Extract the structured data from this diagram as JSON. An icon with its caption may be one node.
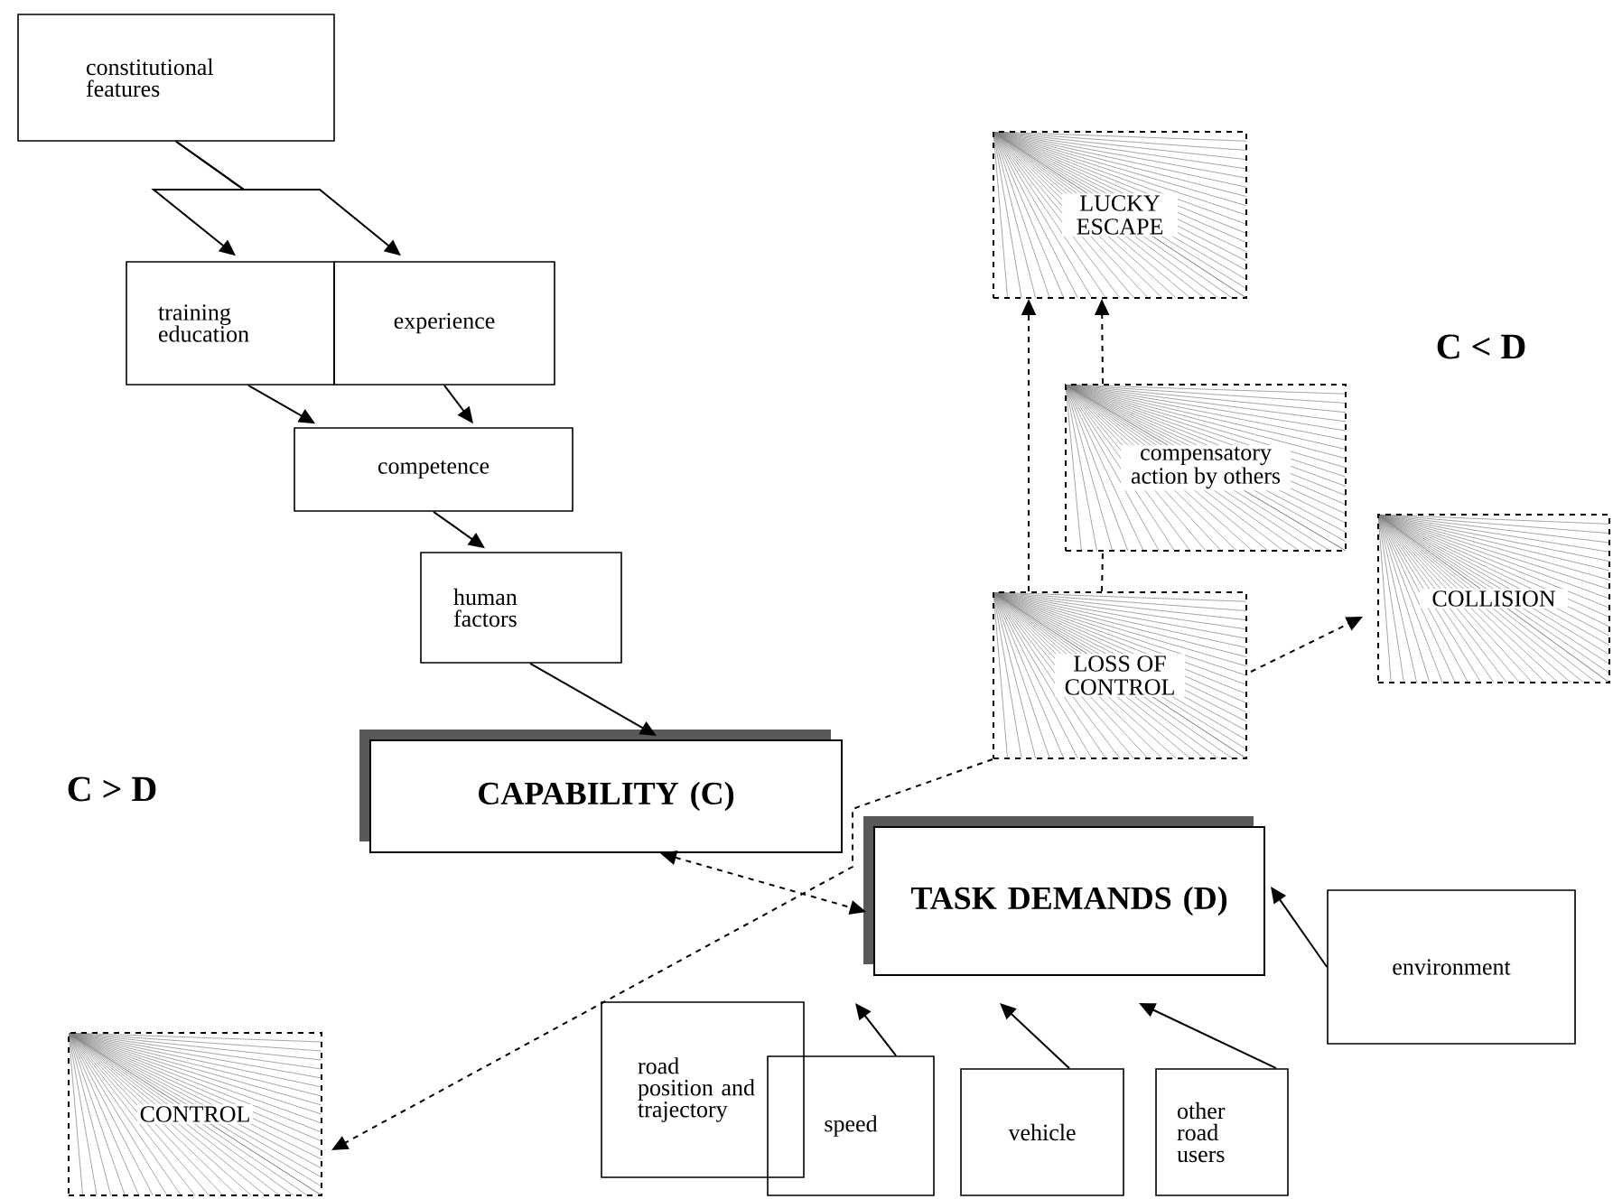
{
  "diagram": {
    "nodes": [
      {
        "text": [
          "constitutional features"
        ]
      },
      {
        "text": [
          "training education"
        ]
      },
      {
        "text": [
          "experience"
        ]
      },
      {
        "text": [
          "competence"
        ]
      },
      {
        "text": [
          "human factors"
        ]
      },
      {
        "text": [
          "CAPABILITY (C)"
        ]
      },
      {
        "text": [
          "TASK DEMANDS (D)"
        ]
      },
      {
        "text": [
          "environment"
        ]
      },
      {
        "text": [
          "road position and trajectory"
        ]
      },
      {
        "text": [
          "speed"
        ]
      },
      {
        "text": [
          "vehicle"
        ]
      },
      {
        "text": [
          "other road users"
        ]
      },
      {
        "text": [
          "LUCKY ESCAPE"
        ]
      },
      {
        "text": [
          "compensatory action by others"
        ]
      },
      {
        "text": [
          "COLLISION"
        ]
      },
      {
        "text": [
          "LOSS OF CONTROL"
        ]
      },
      {
        "text": [
          "CONTROL"
        ]
      }
    ],
    "edges": [
      {
        "from": 0,
        "to": 1,
        "arrow": "to"
      },
      {
        "from": 0,
        "to": 2,
        "arrow": "to"
      },
      {
        "from": 1,
        "to": 3,
        "arrow": "to"
      },
      {
        "from": 2,
        "to": 3,
        "arrow": "to"
      },
      {
        "from": 3,
        "to": 4,
        "arrow": "to"
      },
      {
        "from": 4,
        "to": 5,
        "arrow": "to"
      },
      {
        "from": 5,
        "to": 6,
        "arrow": "both",
        "style": "dashed"
      },
      {
        "from": 7,
        "to": 6,
        "arrow": "to"
      },
      {
        "from": 9,
        "to": 6,
        "arrow": "to"
      },
      {
        "from": 10,
        "to": 6,
        "arrow": "to"
      },
      {
        "from": 11,
        "to": 6,
        "arrow": "to"
      },
      {
        "from": 15,
        "to": 12,
        "arrow": "to",
        "style": "dashed"
      },
      {
        "from": 15,
        "to": 13,
        "arrow": "none",
        "style": "dashed"
      },
      {
        "from": 13,
        "to": 12,
        "arrow": "to",
        "style": "dashed"
      },
      {
        "from": 15,
        "to": 14,
        "arrow": "to",
        "style": "dashed"
      },
      {
        "from": 15,
        "to": 16,
        "arrow": "to",
        "style": "dashed"
      }
    ],
    "labels": [
      "C < D",
      "C > D"
    ]
  }
}
